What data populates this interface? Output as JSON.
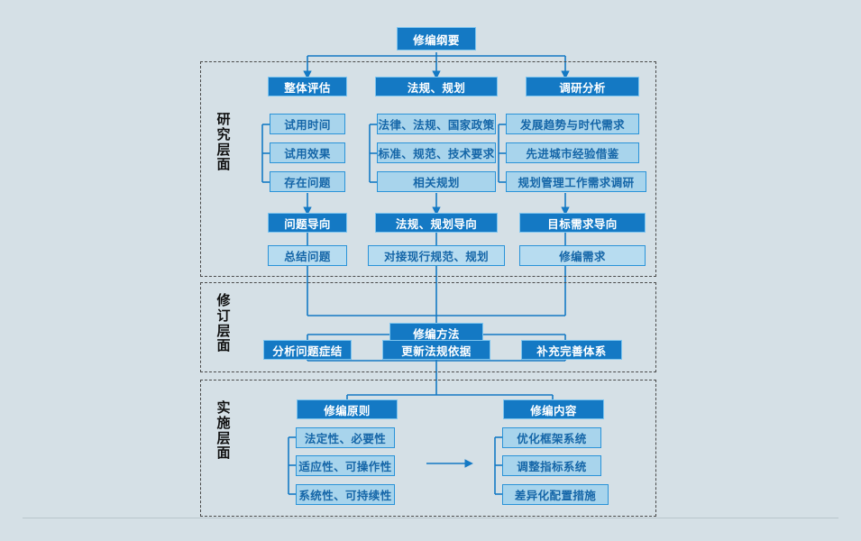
{
  "diagram": {
    "title_box": {
      "label": "修编纲要"
    },
    "background_color": "#d5e0e6",
    "accent_dark": "#1479c4",
    "accent_light": "#a8d4ec",
    "sections": [
      {
        "id": "research",
        "label": "研究层面",
        "columns": [
          {
            "header": "整体评估",
            "items": [
              "试用时间",
              "试用效果",
              "存在问题"
            ],
            "orientation": "问题导向",
            "result": "总结问题"
          },
          {
            "header": "法规、规划",
            "items": [
              "法律、法规、国家政策",
              "标准、规范、技术要求",
              "相关规划"
            ],
            "orientation": "法规、规划导向",
            "result": "对接现行规范、规划"
          },
          {
            "header": "调研分析",
            "items": [
              "发展趋势与时代需求",
              "先进城市经验借鉴",
              "规划管理工作需求调研"
            ],
            "orientation": "目标需求导向",
            "result": "修编需求"
          }
        ]
      },
      {
        "id": "revision",
        "label": "修订层面",
        "header": "修编方法",
        "items": [
          "分析问题症结",
          "更新法规依据",
          "补充完善体系"
        ]
      },
      {
        "id": "implementation",
        "label": "实施层面",
        "groups": [
          {
            "header": "修编原则",
            "items": [
              "法定性、必要性",
              "适应性、可操作性",
              "系统性、可持续性"
            ]
          },
          {
            "header": "修编内容",
            "items": [
              "优化框架系统",
              "调整指标系统",
              "差异化配置措施"
            ]
          }
        ]
      }
    ]
  }
}
